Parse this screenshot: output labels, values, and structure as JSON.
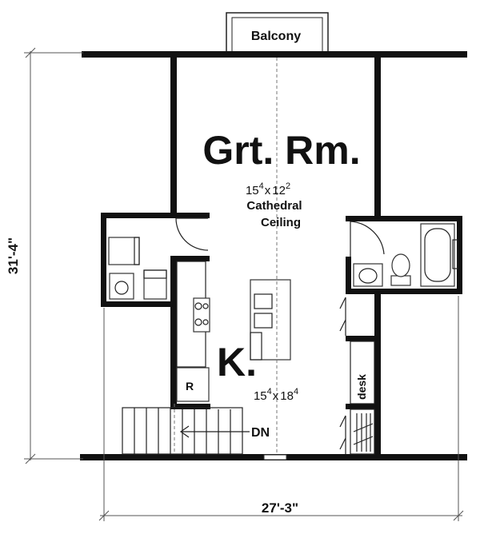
{
  "rooms": {
    "balcony": "Balcony",
    "great_room": {
      "name": "Grt. Rm.",
      "w_main": "15",
      "w_sup": "4",
      "x": "x",
      "d_main": "12",
      "d_sup": "2",
      "note_line1": "Cathedral",
      "note_line2": "Ceiling"
    },
    "kitchen": {
      "name": "K.",
      "w_main": "15",
      "w_sup": "4",
      "x": "x",
      "d_main": "18",
      "d_sup": "4"
    },
    "refrigerator": "R",
    "desk": "desk",
    "stairs": "DN"
  },
  "dimensions": {
    "height": "31'-4\"",
    "width": "27'-3\""
  },
  "colors": {
    "wall": "#111111",
    "background": "#ffffff"
  }
}
